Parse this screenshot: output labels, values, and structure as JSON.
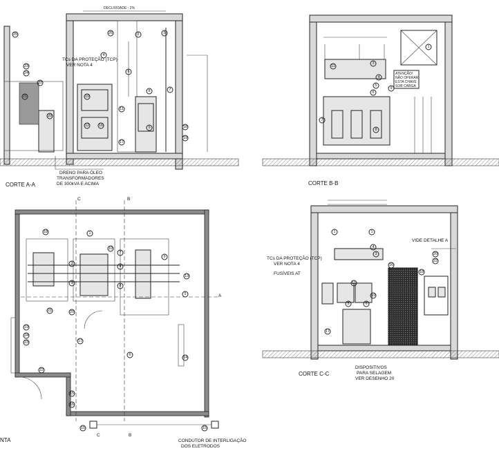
{
  "views": {
    "corte_aa": {
      "title": "CORTE A-A",
      "slope_note": "DECLIVIDADE - 2%",
      "tc_note_1": "TCs DA PROTEÇÃO (TCP)",
      "tc_note_2": "VER NOTA 4",
      "drain_note_1": "DRENO PARA ÓLEO",
      "drain_note_2": "TRANSFORMADORES",
      "drain_note_3": "DE 300kVA E ACIMA"
    },
    "corte_bb": {
      "title": "CORTE B-B",
      "attention_1": "ATENÇÃO!",
      "attention_2": "NÃO OPERAR",
      "attention_3": "ESTA CHAVE",
      "attention_4": "SOB CARGA"
    },
    "planta": {
      "title_fragment": "NTA",
      "marker_c": "C",
      "marker_b": "B",
      "marker_a": "A",
      "conductor_note_1": "CONDUTOR DE INTERLIGAÇÃO",
      "conductor_note_2": "DOS ELETRODOS"
    },
    "corte_cc": {
      "title": "CORTE C-C",
      "detail_note": "VIDE DETALHE A",
      "tc_note_1": "TCs DA PROTEÇÃO (TCP)",
      "tc_note_2": "VER NOTA 4",
      "fuse_note": "FUSÍVEIS AT",
      "device_note_1": "DISPOSITIVOS",
      "device_note_2": "PARA SELAGEM",
      "device_note_3": "VER DESENHO 20"
    }
  },
  "callouts": {
    "aa": [
      "26",
      "3",
      "4",
      "5",
      "6",
      "7",
      "8",
      "9",
      "10",
      "11",
      "12",
      "16",
      "17",
      "18",
      "19",
      "20",
      "21",
      "22",
      "23",
      "24",
      "25"
    ],
    "bb": [
      "1",
      "3",
      "4",
      "5",
      "6",
      "7",
      "8",
      "9",
      "11"
    ],
    "planta": [
      "1",
      "2",
      "3",
      "4",
      "5",
      "6",
      "7",
      "8",
      "9",
      "10",
      "12",
      "13",
      "14",
      "15",
      "16",
      "17",
      "18",
      "19",
      "20",
      "21",
      "22",
      "23",
      "24"
    ],
    "cc": [
      "1",
      "3",
      "4",
      "5",
      "6",
      "11",
      "16",
      "17",
      "18",
      "19",
      "20",
      "21",
      "22",
      "23",
      "24"
    ]
  }
}
